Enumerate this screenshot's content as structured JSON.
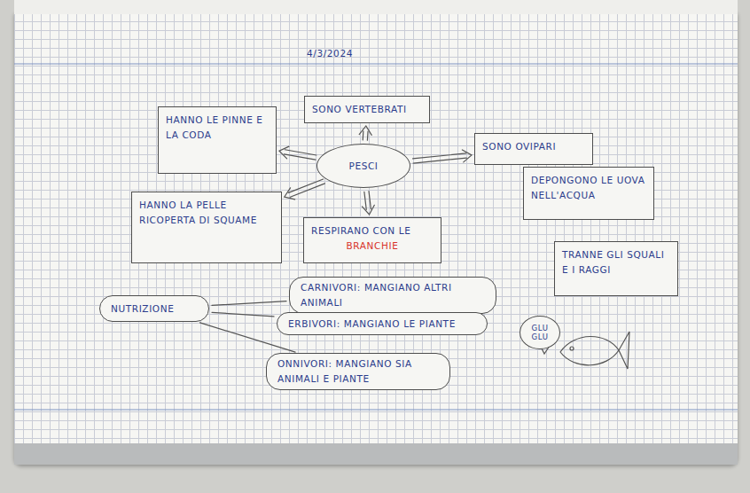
{
  "diagram": {
    "nodes": [
      {
        "text": [
          "HANNO LE PINNE E LA CODA"
        ]
      },
      {
        "text": [
          "SONO VERTEBRATI"
        ]
      },
      {
        "text": [
          "PESCI"
        ]
      },
      {
        "text": [
          "SONO OVIPARI"
        ]
      },
      {
        "text": [
          "DEPONGONO LE UOVA NELL'ACQUA"
        ]
      },
      {
        "text": [
          "HANNO LA PELLE RICOPERTA DI SQUAME"
        ]
      },
      {
        "text": [
          "RESPIRANO CON LE",
          "BRANCHIE"
        ]
      },
      {
        "text": [
          "TRANNE GLI SQUALI E I RAGGI"
        ]
      },
      {
        "text": [
          "NUTRIZIONE"
        ]
      },
      {
        "text": [
          "CARNIVORI: MANGIANO ALTRI ANIMALI"
        ]
      },
      {
        "text": [
          "ERBIVORI: MANGIANO LE PIANTE"
        ]
      },
      {
        "text": [
          "GLU GLU"
        ]
      },
      {
        "text": [
          "ONNIVORI: MANGIANO SIA ANIMALI E PIANTE"
        ]
      }
    ],
    "edges": [
      {
        "from": 2,
        "to": 1,
        "arrow": "to"
      },
      {
        "from": 2,
        "to": 0,
        "arrow": "to"
      },
      {
        "from": 2,
        "to": 5,
        "arrow": "to"
      },
      {
        "from": 2,
        "to": 6,
        "arrow": "to"
      },
      {
        "from": 2,
        "to": 3,
        "arrow": "to"
      },
      {
        "from": 8,
        "to": 9,
        "arrow": "none"
      },
      {
        "from": 8,
        "to": 10,
        "arrow": "none"
      },
      {
        "from": 8,
        "to": 12,
        "arrow": "none"
      }
    ],
    "labels": [
      "4/3/2024"
    ]
  }
}
